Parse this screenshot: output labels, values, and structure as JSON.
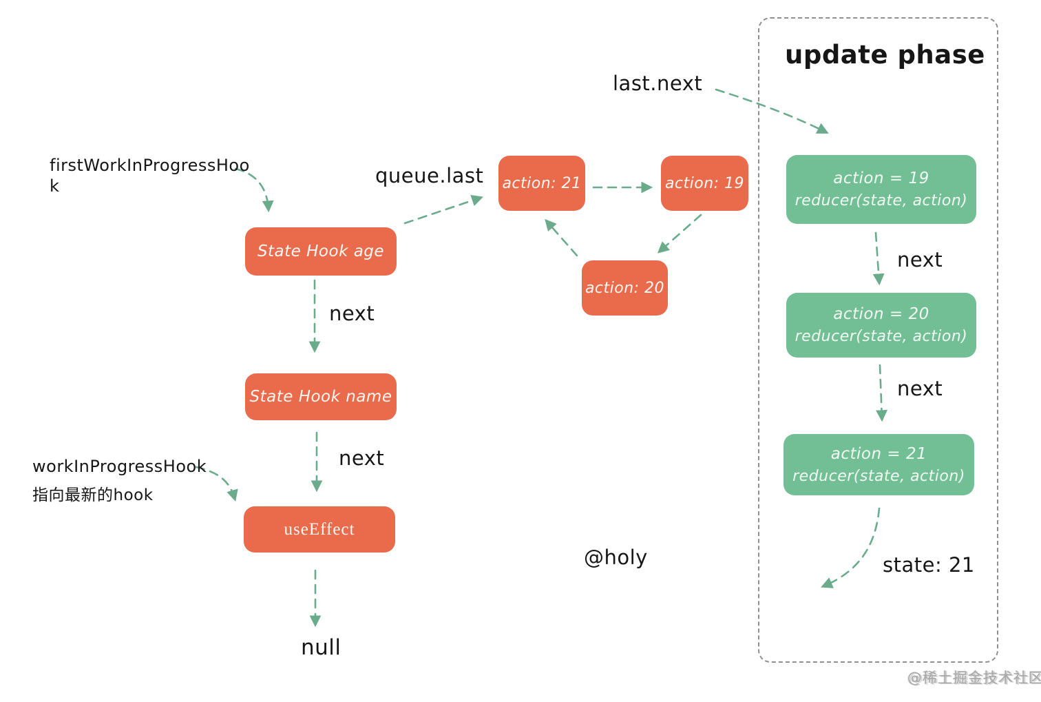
{
  "colors": {
    "node_orange": "#ea6b4c",
    "node_green": "#73bf95",
    "arrow_green": "#69ab8b",
    "frame_gray": "#8f8f8f",
    "text_black": "#161616",
    "watermark_gray": "#a8a8a8"
  },
  "pointers": {
    "first_work_in_progress_hook": {
      "line1": "firstWorkInProgressHoo",
      "line2": "k"
    },
    "work_in_progress_hook": {
      "line1": "workInProgressHook",
      "line2": "指向最新的hook"
    },
    "queue_last": "queue.last",
    "last_next": "last.next"
  },
  "hook_chain": {
    "nodes": [
      "State Hook age",
      "State Hook name",
      "useEffect"
    ],
    "edge_labels": [
      "next",
      "next"
    ],
    "terminal": "null"
  },
  "queue_cycle": {
    "nodes": [
      "action: 21",
      "action: 19",
      "action: 20"
    ]
  },
  "update_phase": {
    "title": "update phase",
    "steps": [
      {
        "action": "action = 19",
        "call": "reducer(state, action)"
      },
      {
        "action": "action = 20",
        "call": "reducer(state, action)"
      },
      {
        "action": "action = 21",
        "call": "reducer(state, action)"
      }
    ],
    "edge_labels": [
      "next",
      "next"
    ],
    "result": "state: 21"
  },
  "signature": "@holy",
  "watermark": "@稀土掘金技术社区"
}
